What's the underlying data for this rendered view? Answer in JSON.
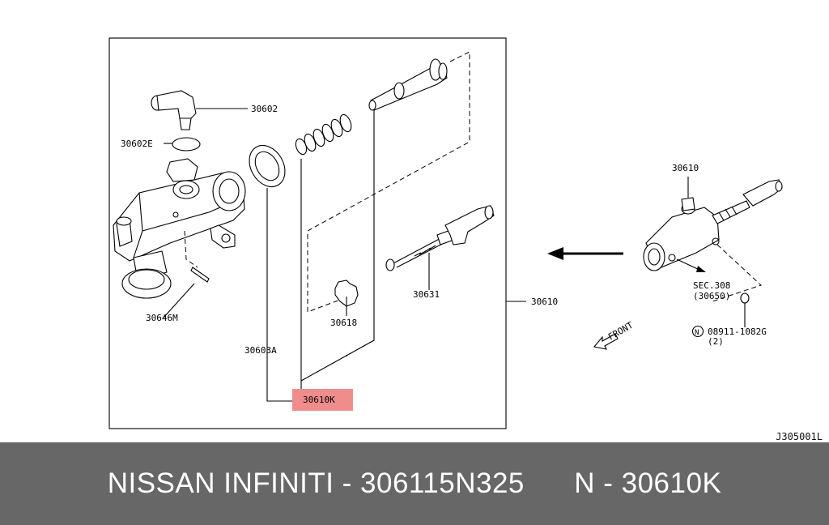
{
  "diagram": {
    "callouts": {
      "fitting": "30602",
      "o_ring": "30602E",
      "seal": "30603A",
      "pin": "30646M",
      "kit": "30610K",
      "gasket": "30618",
      "push_rod": "30631",
      "assembly": "30610",
      "assembly_detail": "30610",
      "section_ref": "SEC.308",
      "section_part": "(30650)",
      "nut_symbol": "N",
      "nut_part": "08911-1082G",
      "nut_qty": "(2)",
      "front_label": "FRONT"
    },
    "image_code": "J305001L",
    "highlight_color": "#f08c8c"
  },
  "footer": {
    "text": "NISSAN INFINITI - 306115N325      N - 30610K"
  }
}
